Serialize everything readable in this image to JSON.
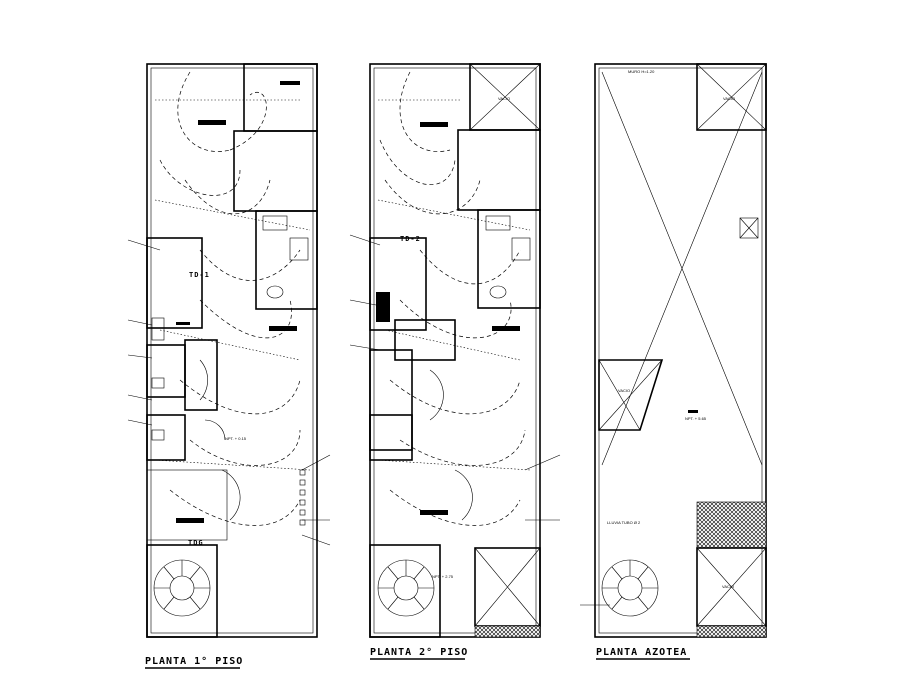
{
  "plans": [
    {
      "title": "PLANTA 1° PISO",
      "board": "TD-1",
      "board2": "TDG"
    },
    {
      "title": "PLANTA 2° PISO",
      "board": "TD-2"
    },
    {
      "title": "PLANTA AZOTEA"
    }
  ],
  "labels": {
    "vacio": "VACIO",
    "level_1": "NPT. + 0.15",
    "level_2": "NPT. + 2.75",
    "level_roof": "NPT. + 5.65",
    "muro": "MURO H=1.20",
    "lluvia": "LLUVIA TUBO Ø 2"
  },
  "colors": {
    "ink": "#000000",
    "paper": "#ffffff"
  }
}
